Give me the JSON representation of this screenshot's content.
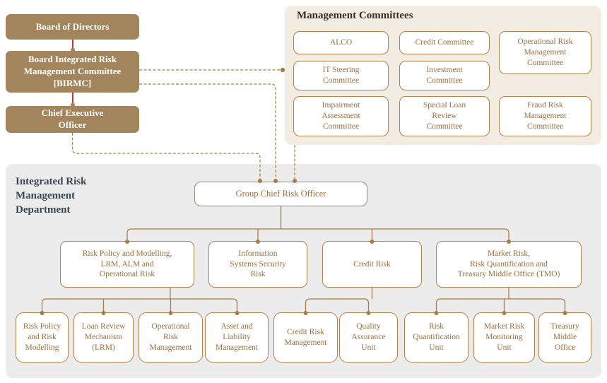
{
  "palette": {
    "solid_node_fill": "#a2855c",
    "solid_node_text": "#ffffff",
    "outline_node_border": "#b2824e",
    "outline_node_text": "#9f6e3d",
    "connector_brown": "#aa7d48",
    "connector_red": "#c00000",
    "committees_panel_bg": "#f2ece3",
    "department_panel_bg": "#ececec",
    "committees_title_color": "#33302a",
    "department_title_color": "#3d4450"
  },
  "nodes": {
    "board": "Board of Directors",
    "birmc": "Board Integrated Risk\nManagement Committee\n[BIRMC]",
    "ceo": "Chief Executive\nOfficer"
  },
  "management_committees": {
    "title": "Management Committees",
    "items": [
      "ALCO",
      "Credit Committee",
      "Operational Risk\nManagement\nCommittee",
      "IT Steering\nCommittee",
      "Investment\nCommittee",
      "Impairment\nAssessment\nCommittee",
      "Special Loan\nReview\nCommittee",
      "Fraud Risk\nManagement\nCommittee"
    ]
  },
  "irmd": {
    "title": "Integrated Risk\nManagement\nDepartment",
    "head": "Group Chief Risk Officer",
    "divisions": [
      {
        "label": "Risk Policy and Modelling,\nLRM, ALM and\nOperational Risk",
        "units": [
          "Risk Policy\nand Risk\nModelling",
          "Loan Review\nMechanism\n(LRM)",
          "Operational\nRisk\nManagement",
          "Asset and\nLiability\nManagement"
        ]
      },
      {
        "label": "Information\nSystems Security\nRisk",
        "units": []
      },
      {
        "label": "Credit Risk",
        "units": [
          "Credit Risk\nManagement",
          "Quality\nAssurance\nUnit"
        ]
      },
      {
        "label": "Market Risk,\nRisk Quantification and\nTreasury Middle Office (TMO)",
        "units": [
          "Risk\nQuantification\nUnit",
          "Market Risk\nMonitoring\nUnit",
          "Treasury\nMiddle\nOffice"
        ]
      }
    ]
  }
}
